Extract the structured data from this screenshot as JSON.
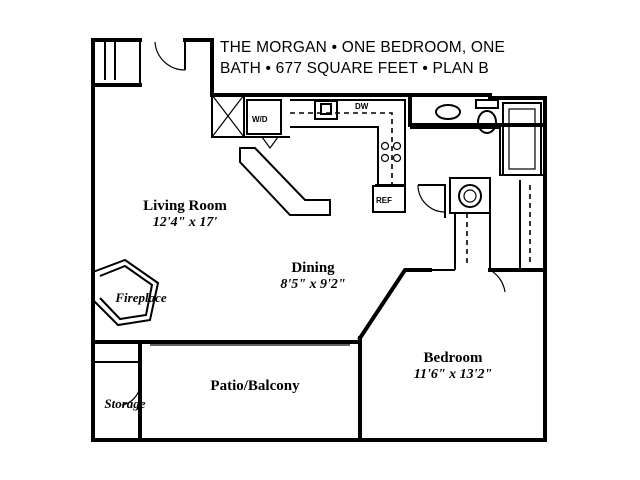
{
  "title": {
    "line1": "THE MORGAN • ONE BEDROOM, ONE",
    "line2": "BATH • 677 SQUARE FEET • PLAN B"
  },
  "rooms": {
    "living": {
      "name": "Living Room",
      "dims": "12'4\" x 17'"
    },
    "dining": {
      "name": "Dining",
      "dims": "8'5\" x 9'2\""
    },
    "bedroom": {
      "name": "Bedroom",
      "dims": "11'6\" x 13'2\""
    },
    "patio": {
      "name": "Patio/Balcony"
    },
    "fireplace": {
      "name": "Fireplace"
    },
    "storage": {
      "name": "Storage"
    }
  },
  "fixtures": {
    "washer_dryer": "W/D",
    "dishwasher": "DW",
    "refrigerator": "REF"
  }
}
